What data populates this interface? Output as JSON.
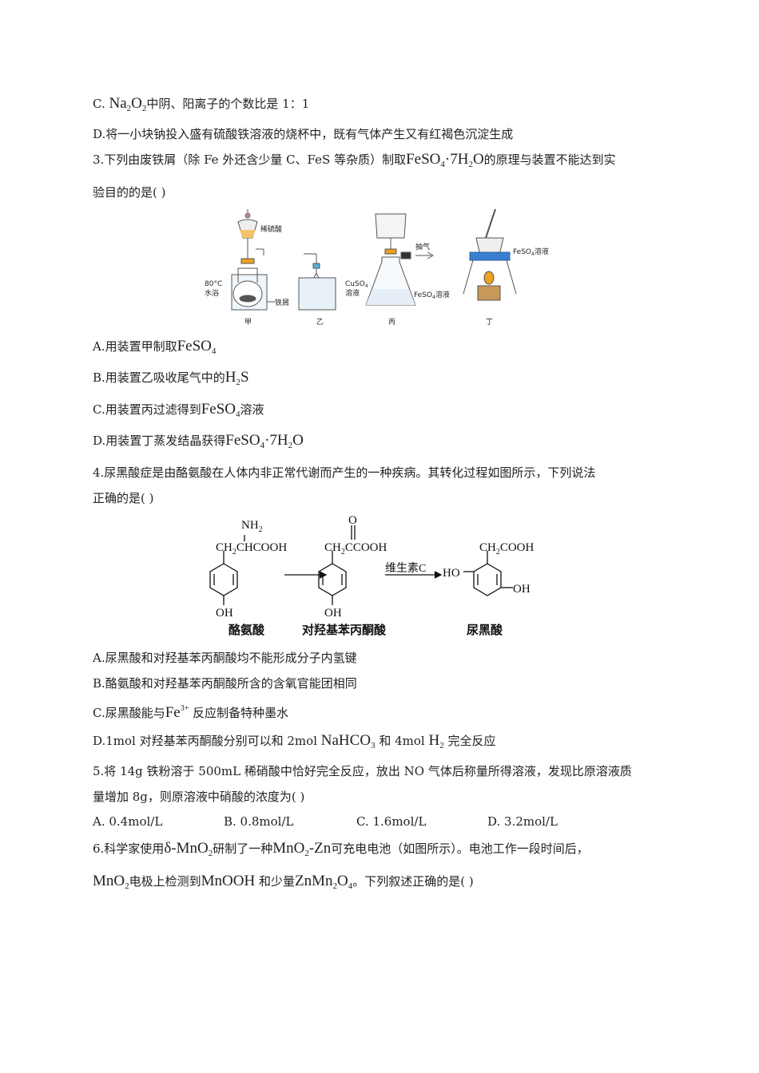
{
  "q2": {
    "c_pre": "C. ",
    "c_tail": "中阴、阳离子的个数比是 1：1",
    "d": "D.将一小块钠投入盛有硫酸铁溶液的烧杯中，既有气体产生又有红褐色沉淀生成"
  },
  "q3": {
    "stem_a": "3.下列由废铁屑（除 Fe 外还含少量 C、FeS 等杂质）制取",
    "stem_b": "的原理与装置不能达到实",
    "stem_c": "验目的的是(     )",
    "fig": {
      "acid": "稀硫酸",
      "bath1": "80°C",
      "bath2": "水浴",
      "iron": "铁屑",
      "cuso4_1": "CuSO",
      "cuso4_2": "溶液",
      "pump": "抽气",
      "filtrate": "FeSO",
      "filtrate_tail": "溶液",
      "evap": "FeSO",
      "evap_tail": "溶液",
      "lbl_a": "甲",
      "lbl_b": "乙",
      "lbl_c": "丙",
      "lbl_d": "丁"
    },
    "a_pre": "A.用装置甲制取",
    "b_pre": "B.用装置乙吸收尾气中的",
    "c_pre": "C.用装置丙过滤得到",
    "c_tail": "溶液",
    "d_pre": "D.用装置丁蒸发结晶获得"
  },
  "q4": {
    "stem_a": "4.尿黑酸症是由酪氨酸在人体内非正常代谢而产生的一种疾病。其转化过程如图所示，下列说法",
    "stem_b": "正确的是(     )",
    "fig": {
      "nh2": "NH",
      "ch2_1": "CH",
      "chcooh": "CHCOOH",
      "oh": "OH",
      "o": "O",
      "ccooh": "CCOOH",
      "vitc": "维生素C",
      "cooh": "COOH",
      "ho": "HO",
      "name1": "酪氨酸",
      "name2": "对羟基苯丙酮酸",
      "name3": "尿黑酸"
    },
    "a": "A.尿黑酸和对羟基苯丙酮酸均不能形成分子内氢键",
    "b": "B.酪氨酸和对羟基苯丙酮酸所含的含氧官能团相同",
    "c_pre": "C.尿黑酸能与",
    "c_tail": "反应制备特种墨水",
    "d_pre": "D.1mol 对羟基苯丙酮酸分别可以和 2mol",
    "d_mid": "和 4mol",
    "d_tail": "完全反应"
  },
  "q5": {
    "stem_a": "5.将 14g 铁粉溶于 500mL 稀硝酸中恰好完全反应，放出 NO 气体后称量所得溶液，发现比原溶液质",
    "stem_b": "量增加 8g，则原溶液中硝酸的浓度为(     )",
    "opts": [
      "A. 0.4mol/L",
      "B. 0.8mol/L",
      "C. 1.6mol/L",
      "D. 3.2mol/L"
    ]
  },
  "q6": {
    "stem_a": "6.科学家使用",
    "stem_b": "研制了一种",
    "stem_c": "可充电电池（如图所示）。电池工作一段时间后，",
    "stem_d": "电极上检测到",
    "stem_e": "和少量",
    "stem_f": "。下列叙述正确的是(     )"
  }
}
